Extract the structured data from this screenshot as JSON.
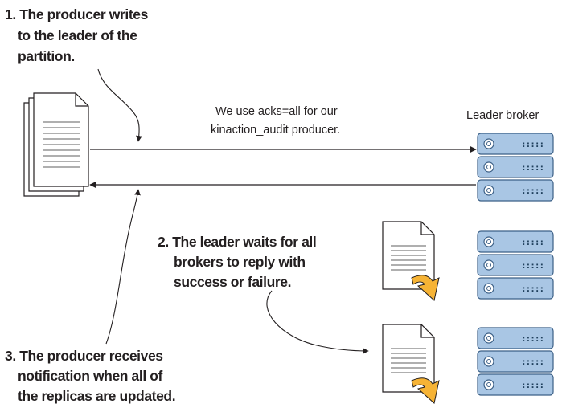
{
  "callouts": {
    "step1": [
      "1. The producer writes",
      "to the leader of the",
      "partition."
    ],
    "step2": [
      "2. The leader waits for all",
      "brokers to reply with",
      "success or failure."
    ],
    "step3": [
      "3. The producer receives",
      "notification when all of",
      "the replicas are updated."
    ]
  },
  "acks_note": [
    "We use acks=all for our",
    "kinaction_audit producer."
  ],
  "leader_label": "Leader broker",
  "server_dots": ":::::",
  "colors": {
    "server_fill": "#a9c6e4",
    "server_stroke": "#3b5f86",
    "arrow_orange": "#f6b335",
    "line": "#231f20"
  }
}
